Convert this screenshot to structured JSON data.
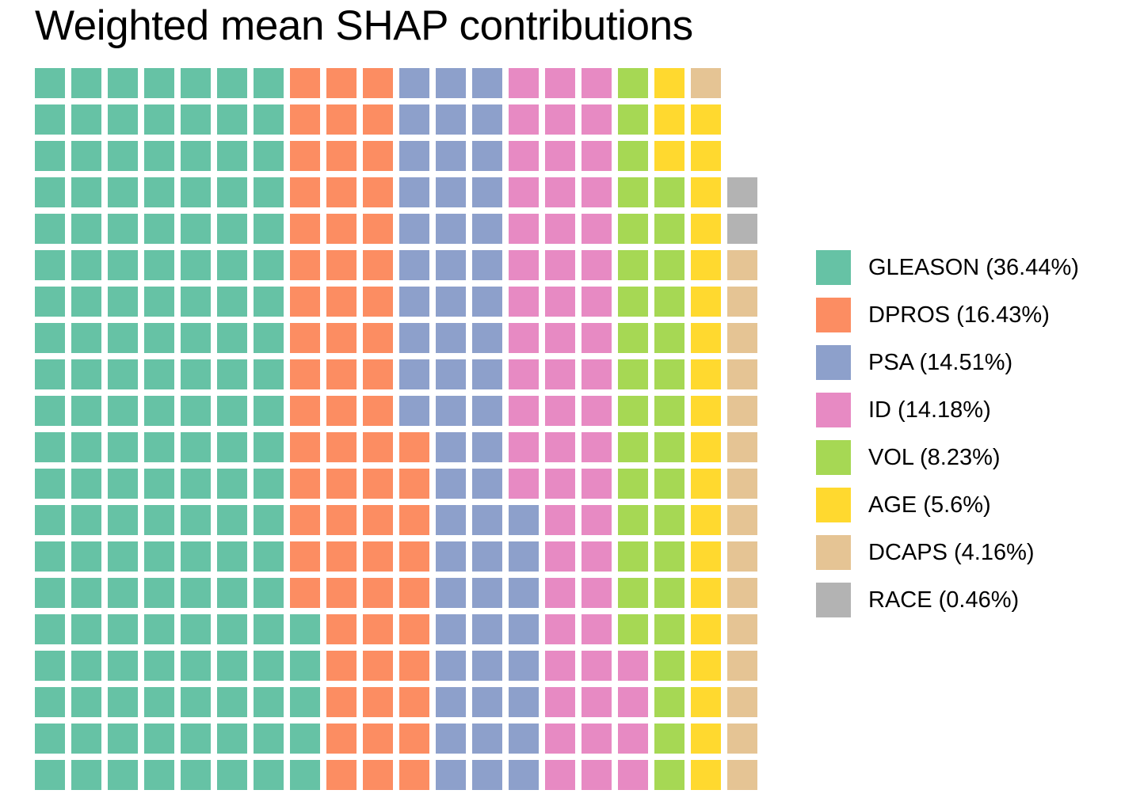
{
  "chart": {
    "title": "Weighted mean SHAP contributions"
  },
  "legend": {
    "position": "right",
    "items": [
      {
        "key": "GLEASON",
        "label": "GLEASON (36.44%)",
        "color": "#66C2A5",
        "percent": 36.44
      },
      {
        "key": "DPROS",
        "label": "DPROS (16.43%)",
        "color": "#FC8D62",
        "percent": 16.43
      },
      {
        "key": "PSA",
        "label": "PSA (14.51%)",
        "color": "#8DA0CB",
        "percent": 14.51
      },
      {
        "key": "ID",
        "label": "ID (14.18%)",
        "color": "#E78AC3",
        "percent": 14.18
      },
      {
        "key": "VOL",
        "label": "VOL (8.23%)",
        "color": "#A6D854",
        "percent": 8.23
      },
      {
        "key": "AGE",
        "label": "AGE (5.6%)",
        "color": "#FFD92F",
        "percent": 5.6
      },
      {
        "key": "DCAPS",
        "label": "DCAPS (4.16%)",
        "color": "#E5C494",
        "percent": 4.16
      },
      {
        "key": "RACE",
        "label": "RACE (0.46%)",
        "color": "#B3B3B3",
        "percent": 0.46
      }
    ]
  },
  "chart_data": {
    "type": "bar",
    "subtype": "waffle",
    "title": "Weighted mean SHAP contributions",
    "xlabel": "",
    "ylabel": "",
    "grid": false,
    "legend_position": "right",
    "categories": [
      "GLEASON",
      "DPROS",
      "PSA",
      "ID",
      "VOL",
      "AGE",
      "DCAPS",
      "RACE"
    ],
    "values": [
      36.44,
      16.43,
      14.51,
      14.18,
      8.23,
      5.6,
      4.16,
      0.46
    ],
    "unit": "percent",
    "colors": [
      "#66C2A5",
      "#FC8D62",
      "#8DA0CB",
      "#E78AC3",
      "#A6D854",
      "#FFD92F",
      "#E5C494",
      "#B3B3B3"
    ],
    "tile_counts": [
      146,
      66,
      58,
      57,
      33,
      22,
      17,
      2
    ],
    "rows": 20,
    "max_columns": 20,
    "tile_rows": [
      [
        "GLEASON",
        "GLEASON",
        "GLEASON",
        "GLEASON",
        "GLEASON",
        "GLEASON",
        "GLEASON",
        "DPROS",
        "DPROS",
        "DPROS",
        "PSA",
        "PSA",
        "PSA",
        "ID",
        "ID",
        "ID",
        "VOL",
        "AGE",
        "DCAPS"
      ],
      [
        "GLEASON",
        "GLEASON",
        "GLEASON",
        "GLEASON",
        "GLEASON",
        "GLEASON",
        "GLEASON",
        "DPROS",
        "DPROS",
        "DPROS",
        "PSA",
        "PSA",
        "PSA",
        "ID",
        "ID",
        "ID",
        "VOL",
        "AGE",
        "AGE"
      ],
      [
        "GLEASON",
        "GLEASON",
        "GLEASON",
        "GLEASON",
        "GLEASON",
        "GLEASON",
        "GLEASON",
        "DPROS",
        "DPROS",
        "DPROS",
        "PSA",
        "PSA",
        "PSA",
        "ID",
        "ID",
        "ID",
        "VOL",
        "AGE",
        "AGE"
      ],
      [
        "GLEASON",
        "GLEASON",
        "GLEASON",
        "GLEASON",
        "GLEASON",
        "GLEASON",
        "GLEASON",
        "DPROS",
        "DPROS",
        "DPROS",
        "PSA",
        "PSA",
        "PSA",
        "ID",
        "ID",
        "ID",
        "VOL",
        "VOL",
        "AGE",
        "RACE"
      ],
      [
        "GLEASON",
        "GLEASON",
        "GLEASON",
        "GLEASON",
        "GLEASON",
        "GLEASON",
        "GLEASON",
        "DPROS",
        "DPROS",
        "DPROS",
        "PSA",
        "PSA",
        "PSA",
        "ID",
        "ID",
        "ID",
        "VOL",
        "VOL",
        "AGE",
        "RACE"
      ],
      [
        "GLEASON",
        "GLEASON",
        "GLEASON",
        "GLEASON",
        "GLEASON",
        "GLEASON",
        "GLEASON",
        "DPROS",
        "DPROS",
        "DPROS",
        "PSA",
        "PSA",
        "PSA",
        "ID",
        "ID",
        "ID",
        "VOL",
        "VOL",
        "AGE",
        "DCAPS"
      ],
      [
        "GLEASON",
        "GLEASON",
        "GLEASON",
        "GLEASON",
        "GLEASON",
        "GLEASON",
        "GLEASON",
        "DPROS",
        "DPROS",
        "DPROS",
        "PSA",
        "PSA",
        "PSA",
        "ID",
        "ID",
        "ID",
        "VOL",
        "VOL",
        "AGE",
        "DCAPS"
      ],
      [
        "GLEASON",
        "GLEASON",
        "GLEASON",
        "GLEASON",
        "GLEASON",
        "GLEASON",
        "GLEASON",
        "DPROS",
        "DPROS",
        "DPROS",
        "PSA",
        "PSA",
        "PSA",
        "ID",
        "ID",
        "ID",
        "VOL",
        "VOL",
        "AGE",
        "DCAPS"
      ],
      [
        "GLEASON",
        "GLEASON",
        "GLEASON",
        "GLEASON",
        "GLEASON",
        "GLEASON",
        "GLEASON",
        "DPROS",
        "DPROS",
        "DPROS",
        "PSA",
        "PSA",
        "PSA",
        "ID",
        "ID",
        "ID",
        "VOL",
        "VOL",
        "AGE",
        "DCAPS"
      ],
      [
        "GLEASON",
        "GLEASON",
        "GLEASON",
        "GLEASON",
        "GLEASON",
        "GLEASON",
        "GLEASON",
        "DPROS",
        "DPROS",
        "DPROS",
        "PSA",
        "PSA",
        "PSA",
        "ID",
        "ID",
        "ID",
        "VOL",
        "VOL",
        "AGE",
        "DCAPS"
      ],
      [
        "GLEASON",
        "GLEASON",
        "GLEASON",
        "GLEASON",
        "GLEASON",
        "GLEASON",
        "GLEASON",
        "DPROS",
        "DPROS",
        "DPROS",
        "DPROS",
        "PSA",
        "PSA",
        "ID",
        "ID",
        "ID",
        "VOL",
        "VOL",
        "AGE",
        "DCAPS"
      ],
      [
        "GLEASON",
        "GLEASON",
        "GLEASON",
        "GLEASON",
        "GLEASON",
        "GLEASON",
        "GLEASON",
        "DPROS",
        "DPROS",
        "DPROS",
        "DPROS",
        "PSA",
        "PSA",
        "ID",
        "ID",
        "ID",
        "VOL",
        "VOL",
        "AGE",
        "DCAPS"
      ],
      [
        "GLEASON",
        "GLEASON",
        "GLEASON",
        "GLEASON",
        "GLEASON",
        "GLEASON",
        "GLEASON",
        "DPROS",
        "DPROS",
        "DPROS",
        "DPROS",
        "PSA",
        "PSA",
        "PSA",
        "ID",
        "ID",
        "VOL",
        "VOL",
        "AGE",
        "DCAPS"
      ],
      [
        "GLEASON",
        "GLEASON",
        "GLEASON",
        "GLEASON",
        "GLEASON",
        "GLEASON",
        "GLEASON",
        "DPROS",
        "DPROS",
        "DPROS",
        "DPROS",
        "PSA",
        "PSA",
        "PSA",
        "ID",
        "ID",
        "VOL",
        "VOL",
        "AGE",
        "DCAPS"
      ],
      [
        "GLEASON",
        "GLEASON",
        "GLEASON",
        "GLEASON",
        "GLEASON",
        "GLEASON",
        "GLEASON",
        "DPROS",
        "DPROS",
        "DPROS",
        "DPROS",
        "PSA",
        "PSA",
        "PSA",
        "ID",
        "ID",
        "VOL",
        "VOL",
        "AGE",
        "DCAPS"
      ],
      [
        "GLEASON",
        "GLEASON",
        "GLEASON",
        "GLEASON",
        "GLEASON",
        "GLEASON",
        "GLEASON",
        "GLEASON",
        "DPROS",
        "DPROS",
        "DPROS",
        "PSA",
        "PSA",
        "PSA",
        "ID",
        "ID",
        "VOL",
        "VOL",
        "AGE",
        "DCAPS"
      ],
      [
        "GLEASON",
        "GLEASON",
        "GLEASON",
        "GLEASON",
        "GLEASON",
        "GLEASON",
        "GLEASON",
        "GLEASON",
        "DPROS",
        "DPROS",
        "DPROS",
        "PSA",
        "PSA",
        "PSA",
        "ID",
        "ID",
        "ID",
        "VOL",
        "AGE",
        "DCAPS"
      ],
      [
        "GLEASON",
        "GLEASON",
        "GLEASON",
        "GLEASON",
        "GLEASON",
        "GLEASON",
        "GLEASON",
        "GLEASON",
        "DPROS",
        "DPROS",
        "DPROS",
        "PSA",
        "PSA",
        "PSA",
        "ID",
        "ID",
        "ID",
        "VOL",
        "AGE",
        "DCAPS"
      ],
      [
        "GLEASON",
        "GLEASON",
        "GLEASON",
        "GLEASON",
        "GLEASON",
        "GLEASON",
        "GLEASON",
        "GLEASON",
        "DPROS",
        "DPROS",
        "DPROS",
        "PSA",
        "PSA",
        "PSA",
        "ID",
        "ID",
        "ID",
        "VOL",
        "AGE",
        "DCAPS"
      ],
      [
        "GLEASON",
        "GLEASON",
        "GLEASON",
        "GLEASON",
        "GLEASON",
        "GLEASON",
        "GLEASON",
        "GLEASON",
        "DPROS",
        "DPROS",
        "DPROS",
        "PSA",
        "PSA",
        "PSA",
        "ID",
        "ID",
        "ID",
        "VOL",
        "AGE",
        "DCAPS"
      ]
    ]
  }
}
